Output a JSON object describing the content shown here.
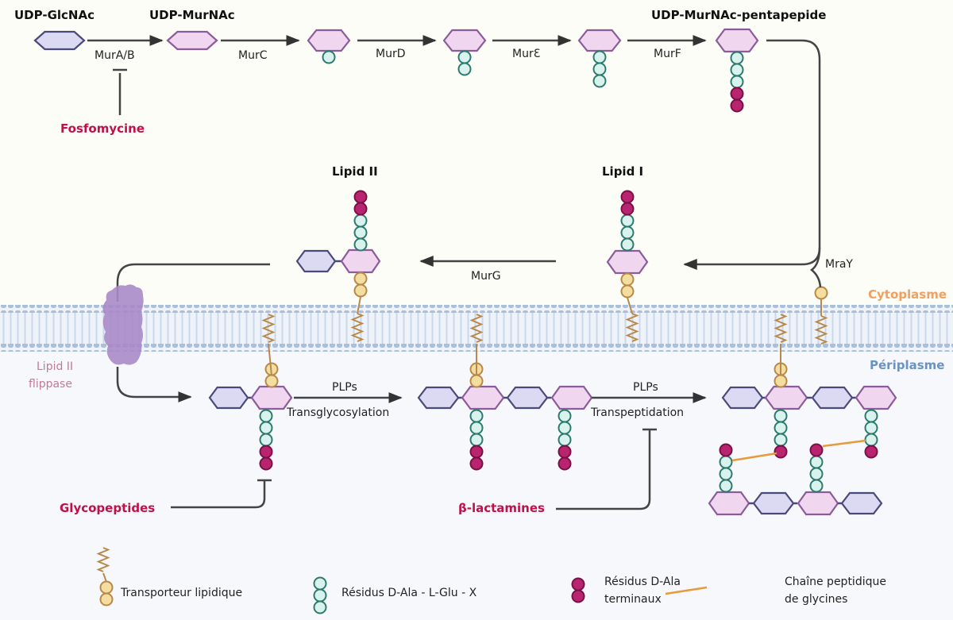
{
  "colors": {
    "background_cyto": "#fdfdf7",
    "background_peri": "#f7f8fb",
    "glcnac_fill": "#dcdaf2",
    "glcnac_stroke": "#4a4a7a",
    "murnac_fill": "#f1d6f0",
    "murnac_stroke": "#8a5c9a",
    "residue_fill": "#d8f2ee",
    "residue_stroke": "#2e7a6e",
    "terminal_fill": "#b8246e",
    "terminal_stroke": "#7a1048",
    "lipid_fill": "#f3dea0",
    "lipid_stroke": "#b8894a",
    "glycine": "#e89a3a",
    "membrane": "#a9bfdc",
    "flippase": "#a88ac8",
    "arrow": "#444444",
    "drug": "#c0104a",
    "cytoplasme": "#f0a060",
    "periplasme": "#6a93c4"
  },
  "labels": {
    "udp_glcnac": "UDP-GlcNAc",
    "udp_murnac": "UDP-MurNAc",
    "udp_murnac_pentapeptide": "UDP-MurNAc-pentapepide",
    "lipid_ii": "Lipid II",
    "lipid_i": "Lipid I",
    "cytoplasme": "Cytoplasme",
    "periplasme": "Périplasme",
    "flippase_line1": "Lipid II",
    "flippase_line2": "flippase"
  },
  "enzymes": {
    "mura_b": "MurA/B",
    "murc": "MurC",
    "murd": "MurD",
    "mure": "MurƐ",
    "murf": "MurF",
    "mray": "MraY",
    "murg": "MurG",
    "plps_1": "PLPs",
    "transglycosylation": "Transglycosylation",
    "plps_2": "PLPs",
    "transpeptidation": "Transpeptidation"
  },
  "inhibitors": {
    "fosfomycine": "Fosfomycine",
    "glycopeptides": "Glycopeptides",
    "beta_lactamines": "β-lactamines"
  },
  "legend": {
    "lipid_transporter": "Transporteur lipidique",
    "residues": "Résidus D-Ala - L-Glu - X",
    "terminal_line1": "Résidus D-Ala",
    "terminal_line2": "terminaux",
    "glycine_line1": "Chaîne peptidique",
    "glycine_line2": "de glycines"
  }
}
